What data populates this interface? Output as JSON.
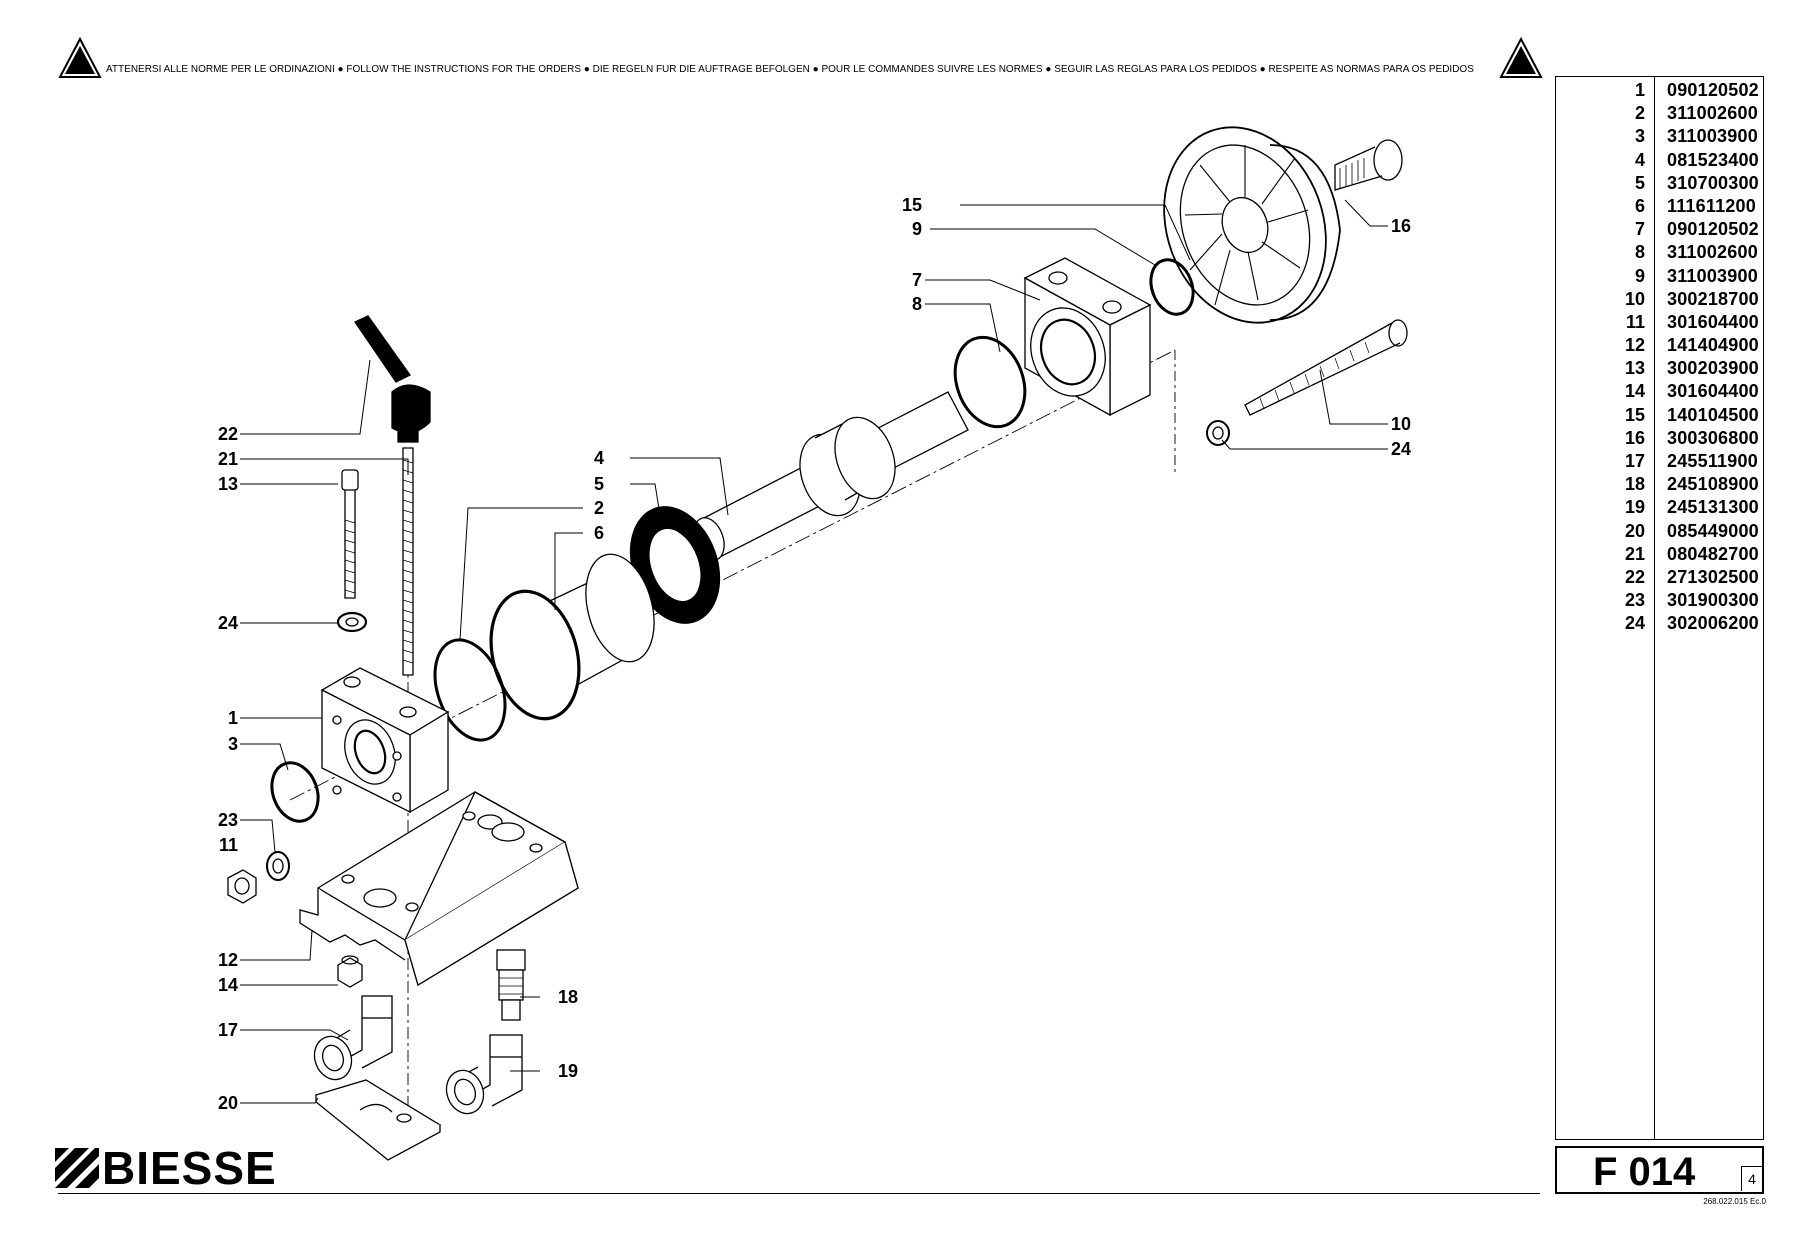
{
  "header": {
    "warning_text": "ATTENERSI ALLE NORME PER LE ORDINAZIONI  ●  FOLLOW THE INSTRUCTIONS FOR THE ORDERS ● DIE REGELN FUR DIE AUFTRAGE BEFOLGEN ● POUR LE COMMANDES SUIVRE LES NORMES ● SEGUIR LAS REGLAS PARA LOS PEDIDOS ● RESPEITE AS NORMAS PARA OS PEDIDOS"
  },
  "brand": {
    "name": "BIESSE"
  },
  "parts_list": [
    {
      "num": "1",
      "code": "090120502"
    },
    {
      "num": "2",
      "code": "311002600"
    },
    {
      "num": "3",
      "code": "311003900"
    },
    {
      "num": "4",
      "code": "081523400"
    },
    {
      "num": "5",
      "code": "310700300"
    },
    {
      "num": "6",
      "code": "111611200"
    },
    {
      "num": "7",
      "code": "090120502"
    },
    {
      "num": "8",
      "code": "311002600"
    },
    {
      "num": "9",
      "code": "311003900"
    },
    {
      "num": "10",
      "code": "300218700"
    },
    {
      "num": "11",
      "code": "301604400"
    },
    {
      "num": "12",
      "code": "141404900"
    },
    {
      "num": "13",
      "code": "300203900"
    },
    {
      "num": "14",
      "code": "301604400"
    },
    {
      "num": "15",
      "code": "140104500"
    },
    {
      "num": "16",
      "code": "300306800"
    },
    {
      "num": "17",
      "code": "245511900"
    },
    {
      "num": "18",
      "code": "245108900"
    },
    {
      "num": "19",
      "code": "245131300"
    },
    {
      "num": "20",
      "code": "085449000"
    },
    {
      "num": "21",
      "code": "080482700"
    },
    {
      "num": "22",
      "code": "271302500"
    },
    {
      "num": "23",
      "code": "301900300"
    },
    {
      "num": "24",
      "code": "302006200"
    }
  ],
  "callouts": {
    "c15": "15",
    "c9": "9",
    "c7": "7",
    "c8": "8",
    "c16": "16",
    "c10": "10",
    "c24a": "24",
    "c22": "22",
    "c21": "21",
    "c13": "13",
    "c4": "4",
    "c5": "5",
    "c2": "2",
    "c6": "6",
    "c24b": "24",
    "c1": "1",
    "c3": "3",
    "c23": "23",
    "c11": "11",
    "c12": "12",
    "c14": "14",
    "c18": "18",
    "c17": "17",
    "c19": "19",
    "c20": "20"
  },
  "page": {
    "code": "F 014",
    "sheet": "4",
    "doc_ref": "268.022.015 Ec.0"
  }
}
